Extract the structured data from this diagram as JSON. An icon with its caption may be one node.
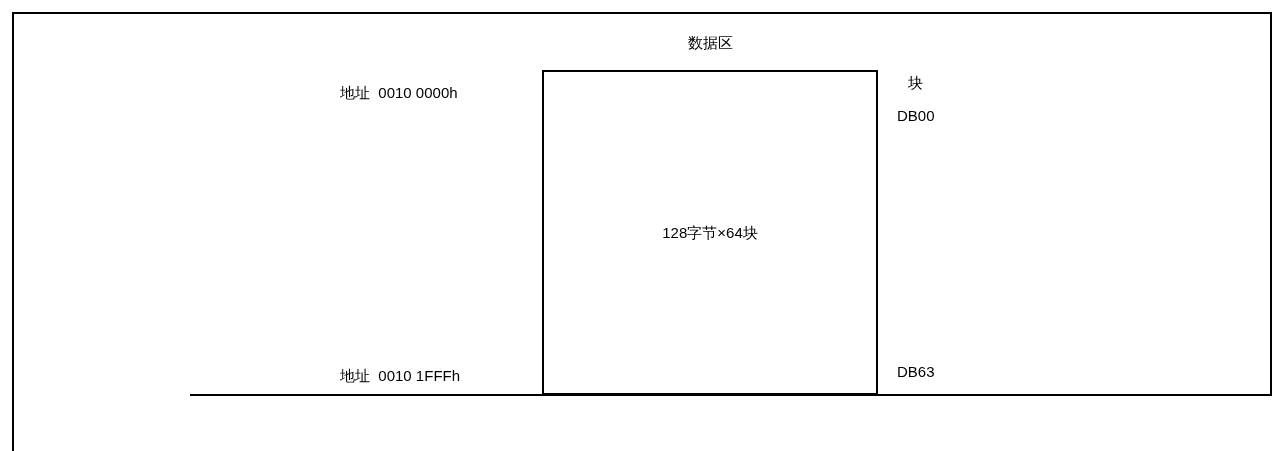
{
  "diagram": {
    "nodes": [
      {
        "text": [
          "数据区",
          "128字节×64块"
        ]
      }
    ],
    "edges": [],
    "labels": [
      "地址  0010 0000h",
      "块",
      "DB00",
      "地址  0010 1FFFh",
      "DB63"
    ]
  }
}
